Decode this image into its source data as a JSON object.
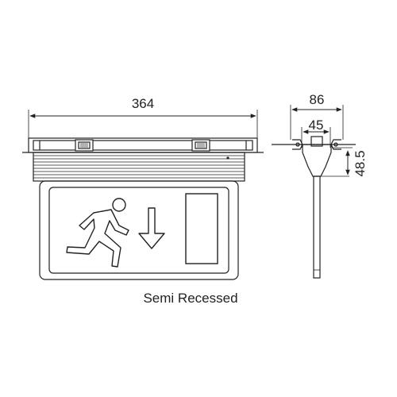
{
  "dimensions": {
    "front_width": "364",
    "side_width": "86",
    "side_inner_width": "45",
    "side_height": "48.5"
  },
  "caption": "Semi Recessed",
  "colors": {
    "line": "#222222",
    "background": "#ffffff"
  },
  "pictograms": [
    "running-man-icon",
    "down-arrow-icon",
    "door-icon"
  ]
}
